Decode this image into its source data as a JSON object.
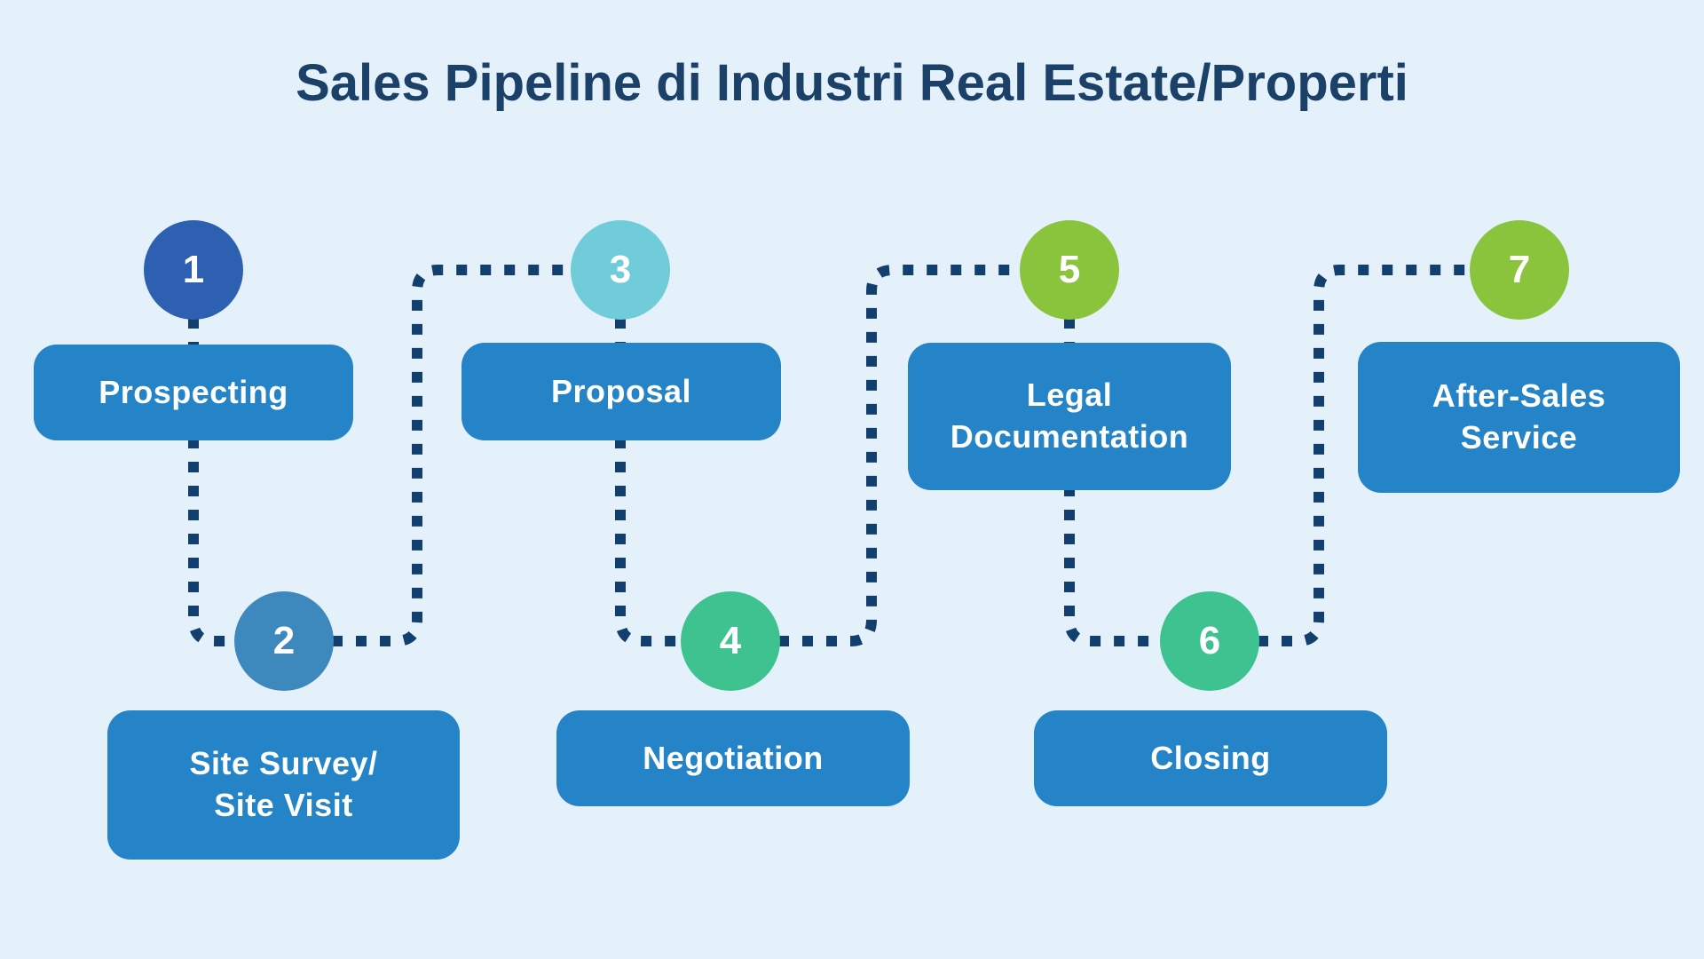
{
  "title": "Sales Pipeline di Industri Real Estate/Properti",
  "colors": {
    "background": "#e4f1fb",
    "title": "#1b4168",
    "box": "#2484c7",
    "box_text": "#ffffff",
    "connector": "#123f6d",
    "circle_text": "#ffffff"
  },
  "stages": [
    {
      "number": "1",
      "label": [
        "Prospecting"
      ],
      "circle_color": "#2e60b1"
    },
    {
      "number": "2",
      "label": [
        "Site Survey/",
        "Site Visit"
      ],
      "circle_color": "#3d88bc"
    },
    {
      "number": "3",
      "label": [
        "Proposal"
      ],
      "circle_color": "#70ccd8"
    },
    {
      "number": "4",
      "label": [
        "Negotiation"
      ],
      "circle_color": "#3ec390"
    },
    {
      "number": "5",
      "label": [
        "Legal",
        "Documentation"
      ],
      "circle_color": "#8ac43d"
    },
    {
      "number": "6",
      "label": [
        "Closing"
      ],
      "circle_color": "#3ec390"
    },
    {
      "number": "7",
      "label": [
        "After-Sales",
        "Service"
      ],
      "circle_color": "#8ac43d"
    }
  ]
}
